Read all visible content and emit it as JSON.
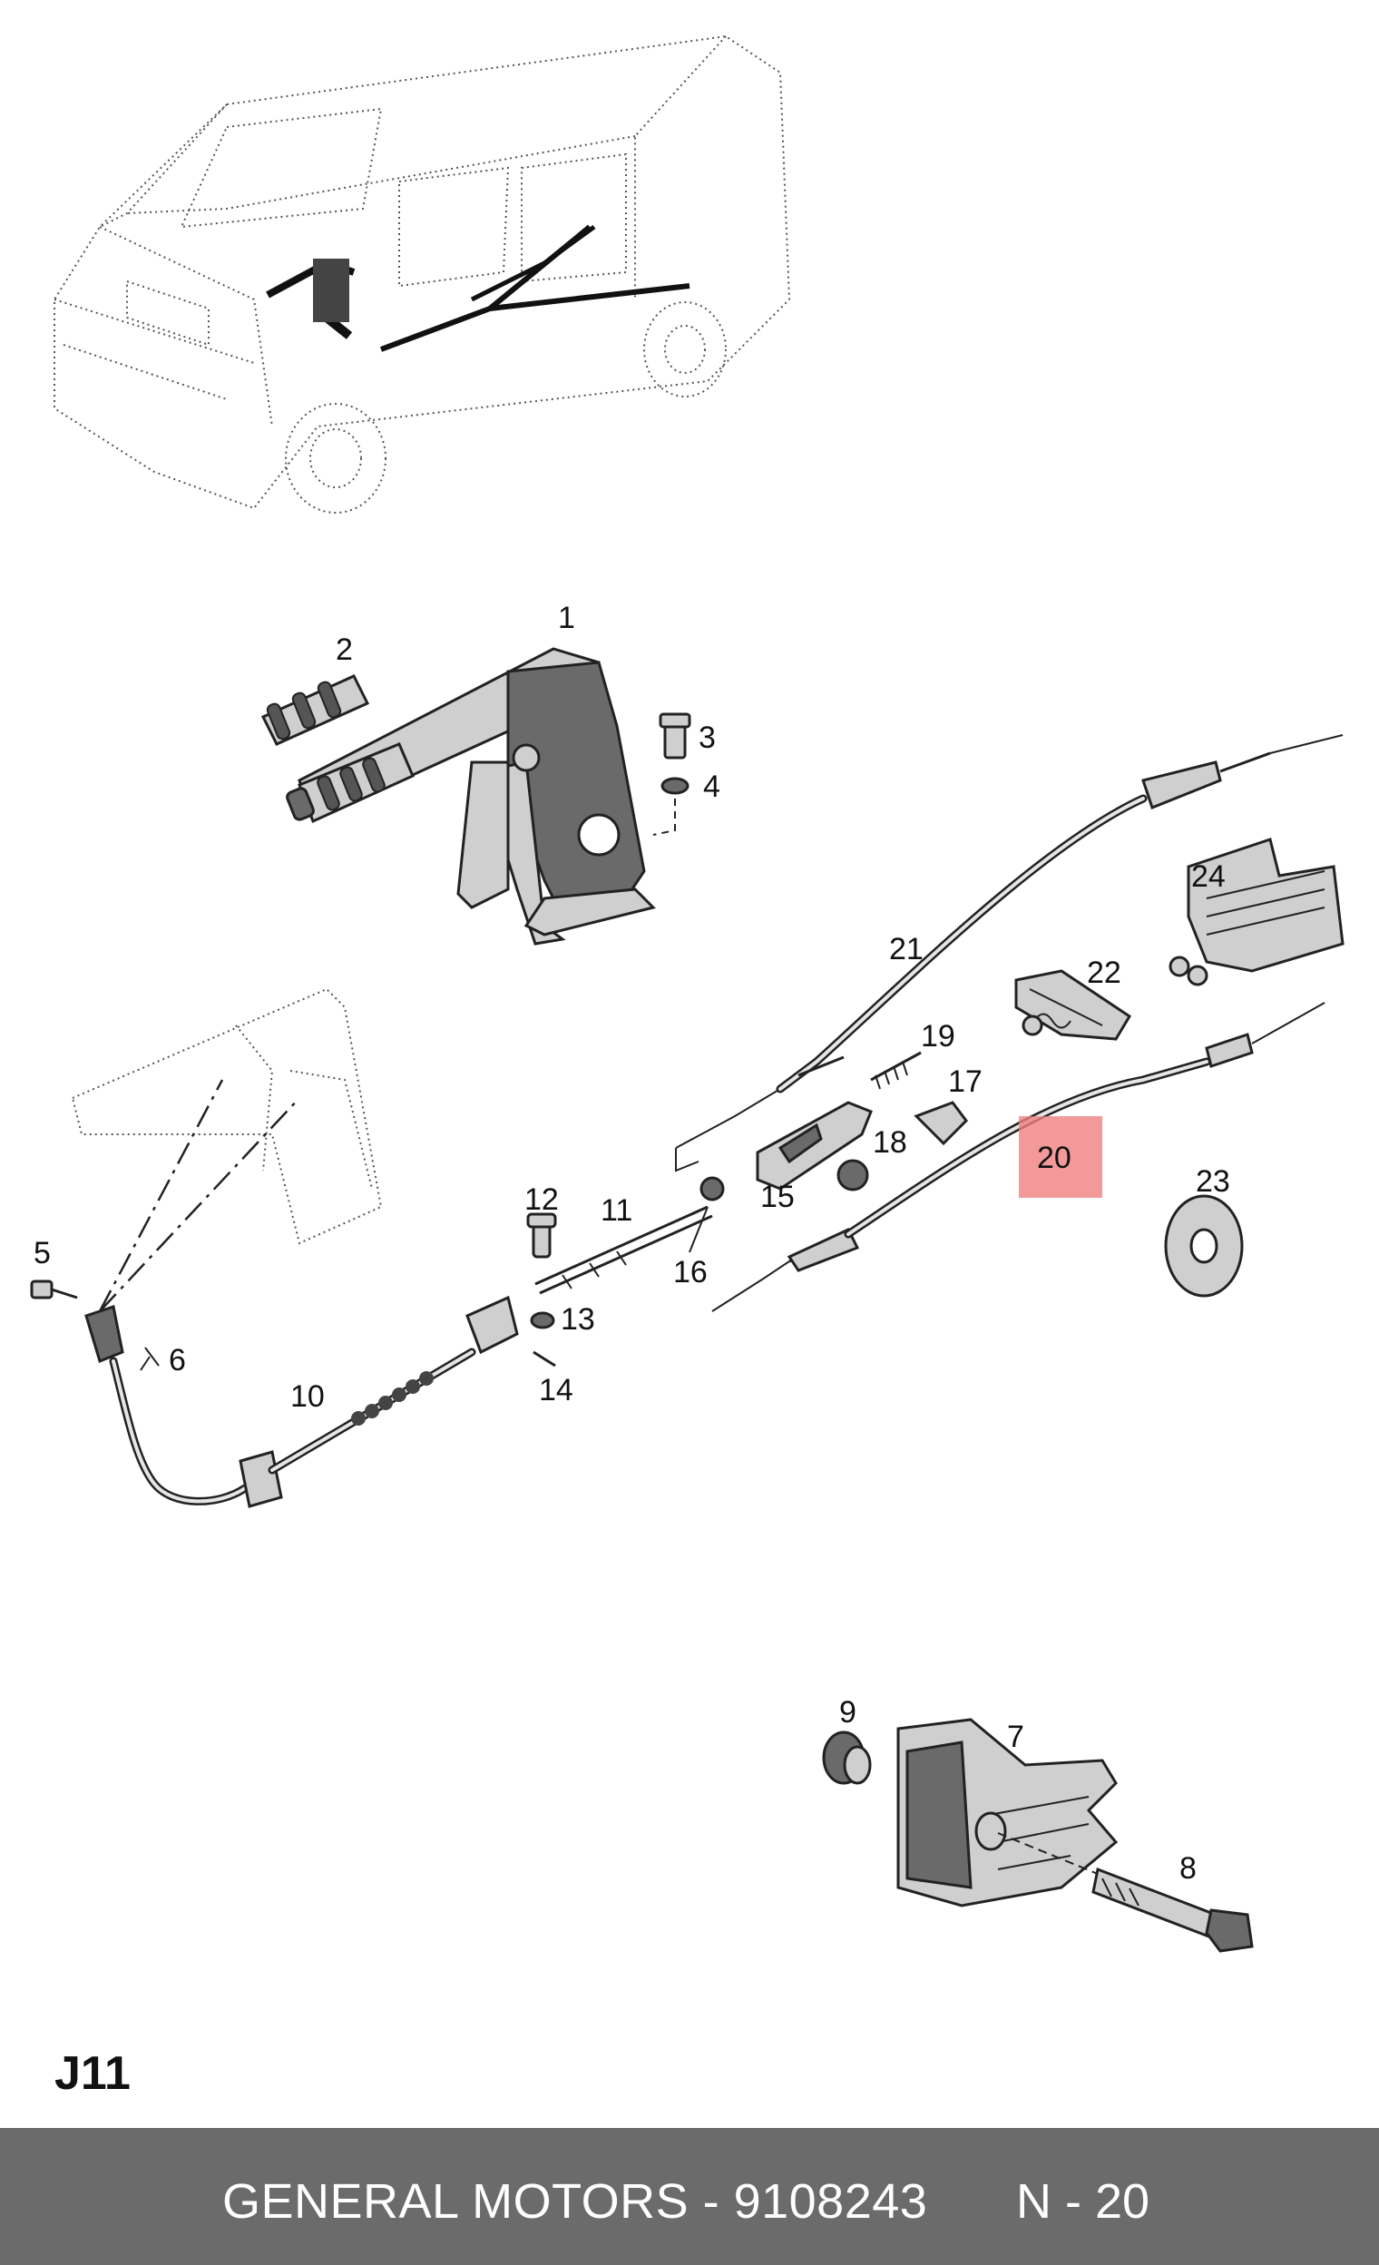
{
  "diagram": {
    "code": "J11",
    "highlight_color": "#f08080",
    "highlighted_callout": "20",
    "callouts": [
      "1",
      "2",
      "3",
      "4",
      "5",
      "6",
      "7",
      "8",
      "9",
      "10",
      "11",
      "12",
      "13",
      "14",
      "15",
      "16",
      "17",
      "18",
      "19",
      "20",
      "21",
      "22",
      "23",
      "24"
    ]
  },
  "footer": {
    "background": "#6b6b6b",
    "text": "GENERAL MOTORS - 9108243",
    "position": "N - 20"
  }
}
